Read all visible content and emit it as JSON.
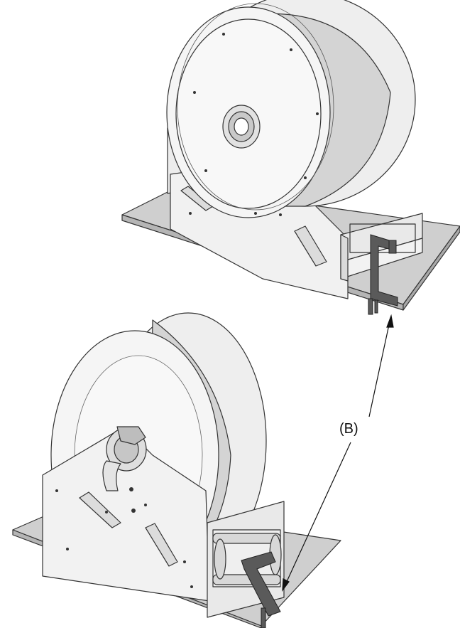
{
  "callouts": {
    "b_label": "(B)"
  },
  "parts": {
    "upper_reel": "hose-reel",
    "lower_reel": "hose-reel",
    "clamp": "c-clamp",
    "mounting_surface": "mounting-plate"
  },
  "colors": {
    "plate": "#cfcfcf",
    "plate_edge": "#a9a9a9",
    "reel_body": "#f4f4f4",
    "reel_shade": "#dcdcdc",
    "drum": "#d4d4d4",
    "outline": "#333333",
    "clamp": "#5a5a5a"
  }
}
